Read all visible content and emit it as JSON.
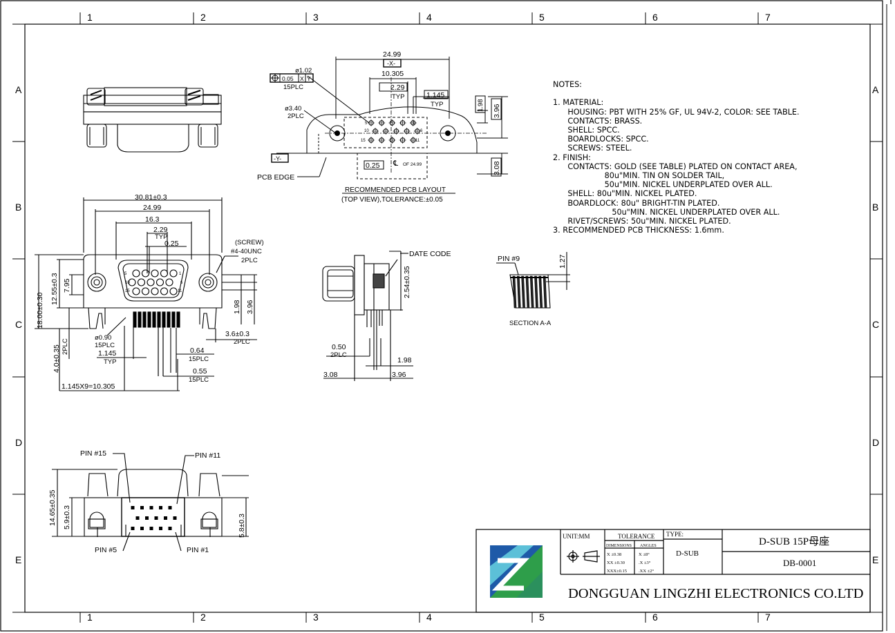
{
  "grid": {
    "columns": [
      "1",
      "2",
      "3",
      "4",
      "5",
      "6",
      "7"
    ],
    "rows": [
      "A",
      "B",
      "C",
      "D",
      "E"
    ]
  },
  "views": {
    "pcb_layout": {
      "dim_2499": "24.99",
      "datum_x": "-X-",
      "dim_10305": "10.305",
      "dim_229": "2.29",
      "typ": "TYP",
      "dim_1145": "1.145",
      "dim_198": "1.98",
      "dim_396": "3.96",
      "dim_308": "3.08",
      "dim_025": "0.25",
      "cl_of": "OF 24.99",
      "hole_dia": "ø1.02",
      "hole_tol": "0.05",
      "tol_x": "X",
      "tol_y": "Y",
      "hole_qty": "15PLC",
      "mount_dia": "ø3.40",
      "mount_qty": "2PLC",
      "datum_y": "-Y-",
      "pcb_edge": "PCB EDGE",
      "title": "RECOMMENDED PCB LAYOUT",
      "subtitle": "(TOP VIEW),TOLERANCE:±0.05",
      "pin5": "5",
      "pin1": "1",
      "pin10": "10",
      "pin6": "6",
      "pin15": "15",
      "pin11": "11"
    },
    "front_view": {
      "dim_3081": "30.81±0.3",
      "dim_2499": "24.99",
      "dim_163": "16.3",
      "dim_229": "2.29",
      "typ": "TYP",
      "dim_025": "0.25",
      "screw": "(SCREW)",
      "screw_thread": "#4-40UNC",
      "screw_qty": "2PLC",
      "dim_1255": "12.55±0.3",
      "dim_795": "7.95",
      "dim_1800": "18.00±0.30",
      "dim_198": "1.98",
      "dim_396": "3.96",
      "dim_40": "4.0±0.35",
      "dim_40_qty": "2PLC",
      "pin_dia": "ø0.90",
      "pin_dia_qty": "15PLC",
      "dim_1145": "1.145",
      "dim_064": "0.64",
      "dim_064_qty": "15PLC",
      "dim_36": "3.6±0.3",
      "dim_36_qty": "2PLC",
      "dim_055": "0.55",
      "dim_055_qty": "15PLC",
      "dim_pitch": "1.145X9=10.305",
      "pin5": "5",
      "pin1": "1",
      "pin10": "10",
      "pin6": "6",
      "pin15": "15",
      "pin11": "11"
    },
    "side_view": {
      "date_code": "DATE CODE",
      "dim_254": "2.54±0.35",
      "dim_050": "0.50",
      "dim_050_qty": "2PLC",
      "dim_198": "1.98",
      "dim_308": "3.08",
      "dim_396": "3.96"
    },
    "section": {
      "pin9": "PIN #9",
      "dim_127": "1.27",
      "label": "SECTION A-A"
    },
    "bottom_view": {
      "pin15": "PIN #15",
      "pin11": "PIN #11",
      "pin5": "PIN #5",
      "pin1": "PIN #1",
      "dim_1465": "14.65±0.35",
      "dim_59": "5.9±0.3",
      "dim_58": "5.8±0.3"
    }
  },
  "notes": {
    "heading": "NOTES:",
    "lines": [
      "1. MATERIAL:",
      "      HOUSING: PBT WITH 25% GF, UL 94V-2, COLOR: SEE TABLE.",
      "      CONTACTS: BRASS.",
      "      SHELL: SPCC.",
      "      BOARDLOCKS: SPCC.",
      "      SCREWS: STEEL.",
      "2. FINISH:",
      "      CONTACTS: GOLD (SEE TABLE) PLATED ON CONTACT AREA,",
      "                     80u\"MIN. TIN ON SOLDER TAIL,",
      "                     50u\"MIN. NICKEL UNDERPLATED OVER ALL.",
      "      SHELL: 80u\"MIN. NICKEL PLATED.",
      "      BOARDLOCK: 80u\" BRIGHT-TIN PLATED.",
      "                        50u\"MIN. NICKEL UNDERPLATED OVER ALL.",
      "      RIVET/SCREWS: 50u\"MIN. NICKEL PLATED.",
      "3. RECOMMENDED PCB THICKNESS: 1.6mm."
    ]
  },
  "title_block": {
    "unit": "UNIT:MM",
    "tolerance": "TOLERANCE",
    "dimensions": "DIMENSIONS",
    "angles": "ANGLES",
    "tol_rows": [
      {
        "d": "X  ±0.38",
        "a": "X   ±8°"
      },
      {
        "d": "XX  ±0.30",
        "a": ".X   ±3°"
      },
      {
        "d": "XXX±0.15",
        "a": ".XX ±2°"
      }
    ],
    "type_label": "TYPE:",
    "type_value": "D-SUB",
    "part_name": "D-SUB 15P母座",
    "part_number": "DB-0001",
    "company": "DONGGUAN LINGZHI ELECTRONICS CO.LTD",
    "logo_colors": [
      "#1e5aa8",
      "#2e9e4a",
      "#5cc0d8"
    ]
  }
}
